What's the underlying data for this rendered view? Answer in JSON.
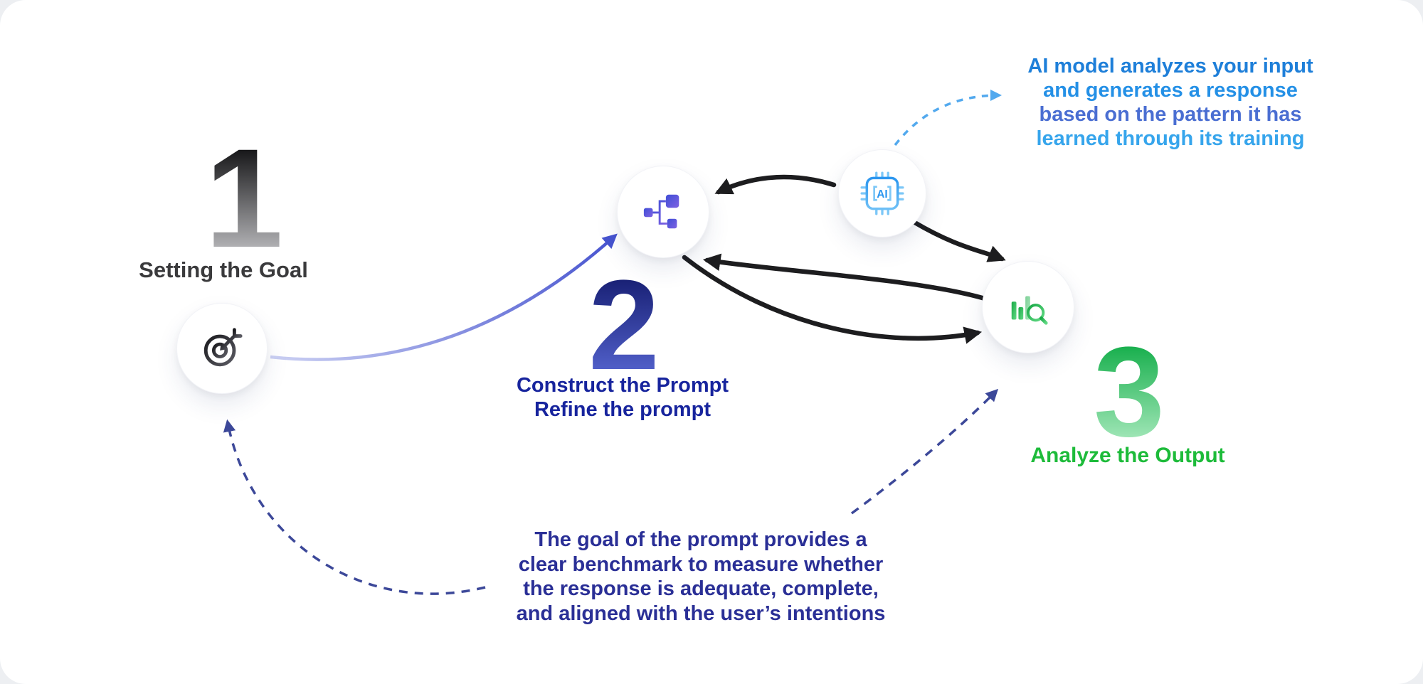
{
  "steps": [
    {
      "number": "1",
      "title": "Setting the Goal",
      "icon": "target-goal-icon"
    },
    {
      "number": "2",
      "title": "Construct the Prompt",
      "subtitle": "Refine the prompt",
      "icon": "workflow-prompt-icon"
    },
    {
      "number": "3",
      "title": "Analyze the Output",
      "icon": "chart-search-icon"
    }
  ],
  "ai_node": {
    "label": "AI",
    "icon": "ai-chip-icon"
  },
  "notes": {
    "ai_note": {
      "lines": [
        "AI model analyzes your input",
        "and generates a response",
        "based on the pattern it has",
        "learned through its training"
      ]
    },
    "goal_note": {
      "lines": [
        "The goal of the prompt provides a",
        "clear benchmark to measure whether",
        "the response is adequate, complete,",
        "and aligned with the user’s intentions"
      ]
    }
  },
  "colors": {
    "step1_number_top": "#0b0b0d",
    "step2_number_top": "#12196b",
    "step2_text": "#17249d",
    "step3_text": "#1dbb3a",
    "ai_note_blue": "#2490e6",
    "goal_note_navy": "#2a2f96",
    "arrow_black": "#1d1d1f",
    "arrow_purple": "#4653cf",
    "arrow_dashed_navy": "#3c4899",
    "arrow_dashed_blue": "#52a9ee"
  }
}
